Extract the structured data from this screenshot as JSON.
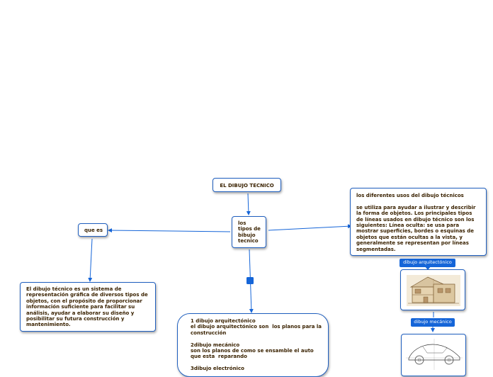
{
  "nodes": {
    "title": "EL DIBUJO TECNICO",
    "center": "los\ntipos de\nbibujo\ntecnico",
    "que_es": "que es",
    "definition": "El dibujo técnico es un sistema de representación gráfica de diversos tipos de objetos, con el propósito de proporcionar información suficiente para facilitar su análisis, ayudar a elaborar su diseño y posibilitar su futura construcción y mantenimiento.",
    "usos": "los diferentes usos del dibujo técnicos\n\nse utiliza para ayudar a ilustrar y describir la forma de objetos. Los principales tipos de líneas usados en dibujo técnico son los siguientes: Línea oculta: se usa para mostrar superficies, bordes o esquinas de objetos que están ocultas a la vista, y generalmente se representan por líneas segmentadas.",
    "types": "1 dibujo arquitectónico\nel dibujo arquitectónico son  los planos para la construcción\n\n2dibujo mecánico\nson los planos de como se ensamble el auto que esta  reparando\n\n3dibujo electrónico"
  },
  "labels": {
    "arquitectonico": "dibujo arquitectónico",
    "mecanico": "dibujo mecánico"
  },
  "images": {
    "arquitectonico": "house-sketch-icon",
    "mecanico": "car-drawing-icon"
  },
  "colors": {
    "link": "#1565d8",
    "border": "#1f5fbf",
    "text": "#3a2200",
    "label_bg": "#1565d8"
  }
}
